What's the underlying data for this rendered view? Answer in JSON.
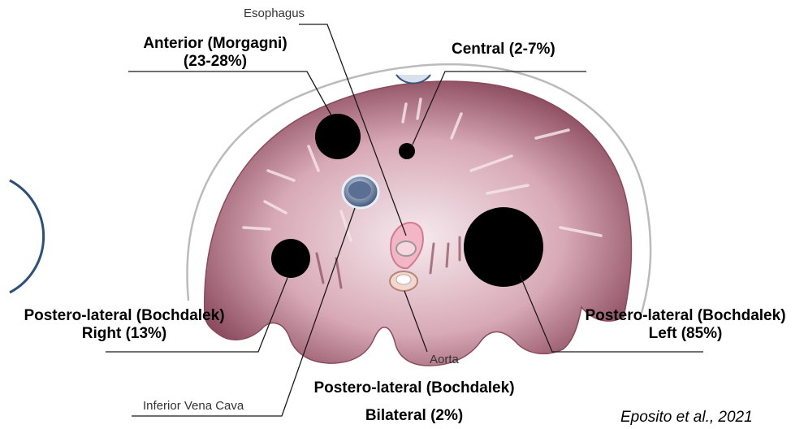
{
  "labels": {
    "esophagus": "Esophagus",
    "anterior_line1": "Anterior (Morgagni)",
    "anterior_line2": "(23-28%)",
    "central": "Central (2-7%)",
    "right_line1": "Postero-lateral (Bochdalek)",
    "right_line2": "Right (13%)",
    "left_line1": "Postero-lateral (Bochdalek)",
    "left_line2": "Left (85%)",
    "aorta": "Aorta",
    "bilateral_line1": "Postero-lateral (Bochdalek)",
    "bilateral_line2": "Bilateral (2%)",
    "ivc": "Inferior Vena Cava",
    "citation": "Eposito et al., 2021"
  },
  "colors": {
    "tissue_light": "#f3e6ea",
    "tissue_dark": "#7a3448",
    "defect": "#000000",
    "leader": "#1a1a1a",
    "ring": "#2c4f7c"
  }
}
